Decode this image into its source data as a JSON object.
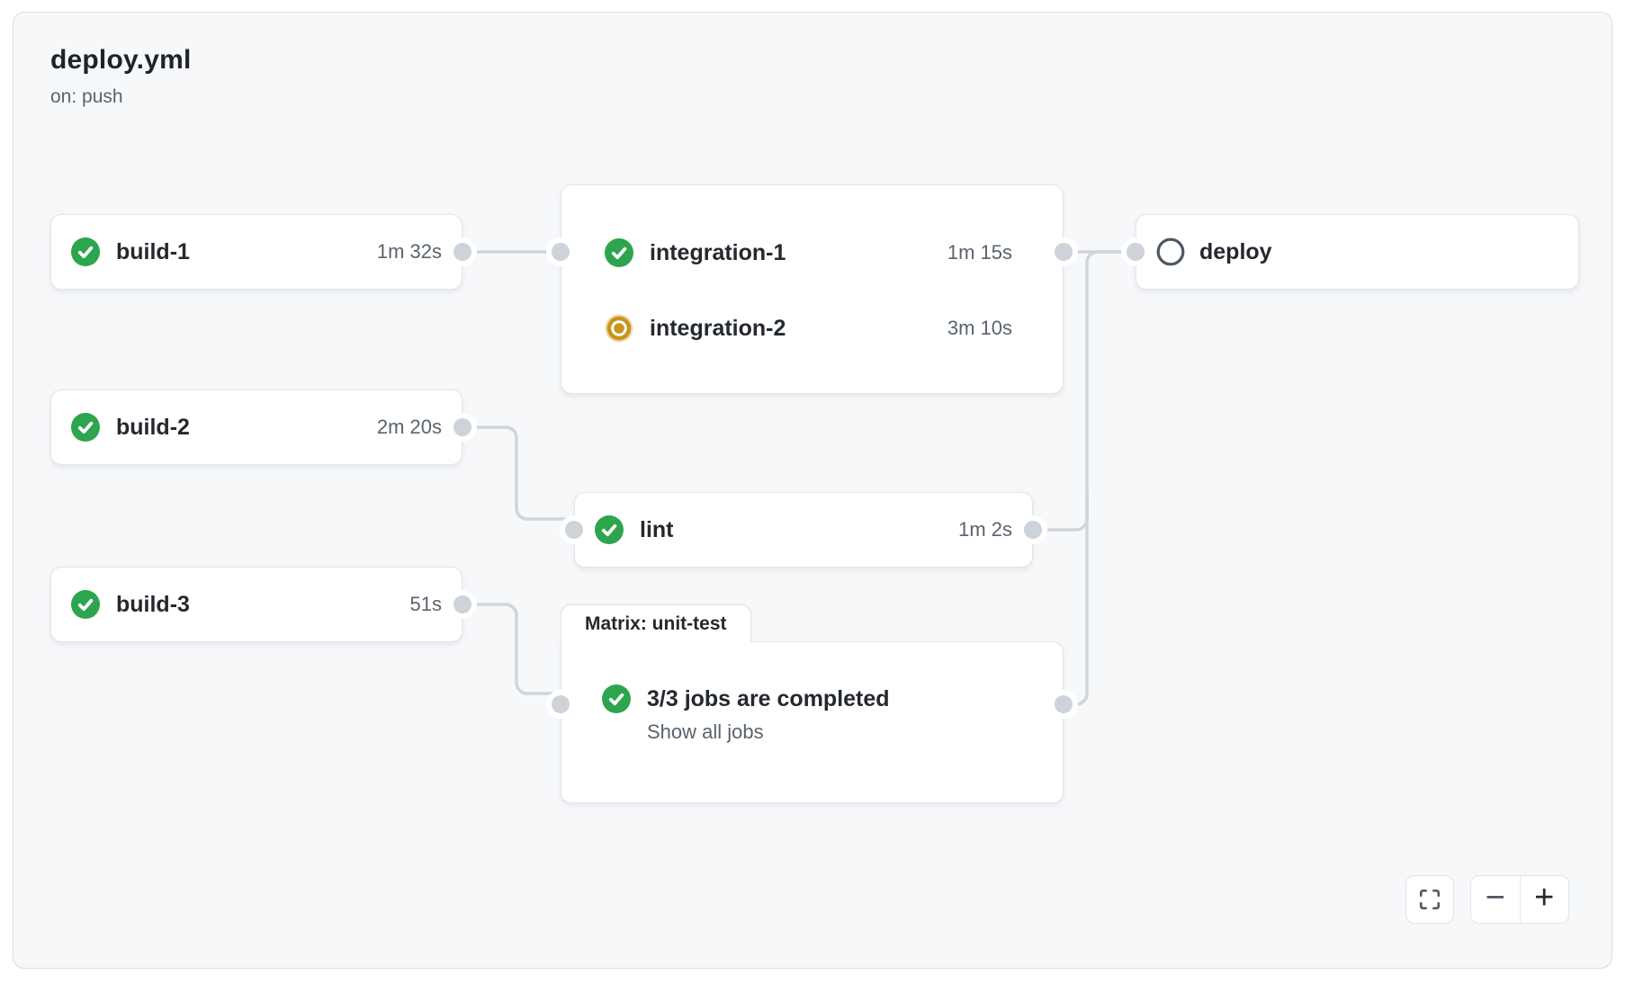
{
  "header": {
    "title": "deploy.yml",
    "trigger": "on: push"
  },
  "workflow": {
    "jobs": {
      "build1": {
        "label": "build-1",
        "duration": "1m 32s",
        "status": "success"
      },
      "build2": {
        "label": "build-2",
        "duration": "2m 20s",
        "status": "success"
      },
      "build3": {
        "label": "build-3",
        "duration": "51s",
        "status": "success"
      },
      "integration1": {
        "label": "integration-1",
        "duration": "1m 15s",
        "status": "success"
      },
      "integration2": {
        "label": "integration-2",
        "duration": "3m 10s",
        "status": "in_progress"
      },
      "lint": {
        "label": "lint",
        "duration": "1m 2s",
        "status": "success"
      },
      "deploy": {
        "label": "deploy",
        "status": "queued"
      }
    },
    "matrix": {
      "tab_label": "Matrix: unit-test",
      "summary": "3/3 jobs are completed",
      "link_label": "Show all jobs",
      "status": "success"
    },
    "edges": [
      "build-1 -> integration group",
      "build-2 -> lint",
      "build-3 -> matrix unit-test",
      "integration group -> deploy",
      "lint -> deploy",
      "matrix unit-test -> deploy"
    ]
  },
  "controls": {
    "fullscreen_icon": "fullscreen",
    "zoom_out_label": "−",
    "zoom_in_label": "+"
  },
  "colors": {
    "success_green": "#2da44e",
    "in_progress_gold": "#c9941d",
    "queued_gray": "#4d5761",
    "edge_line": "#d0d5db",
    "panel_bg": "#f6f8fa",
    "card_bg": "#ffffff",
    "text_primary": "#24292f",
    "text_secondary": "#59636e"
  }
}
